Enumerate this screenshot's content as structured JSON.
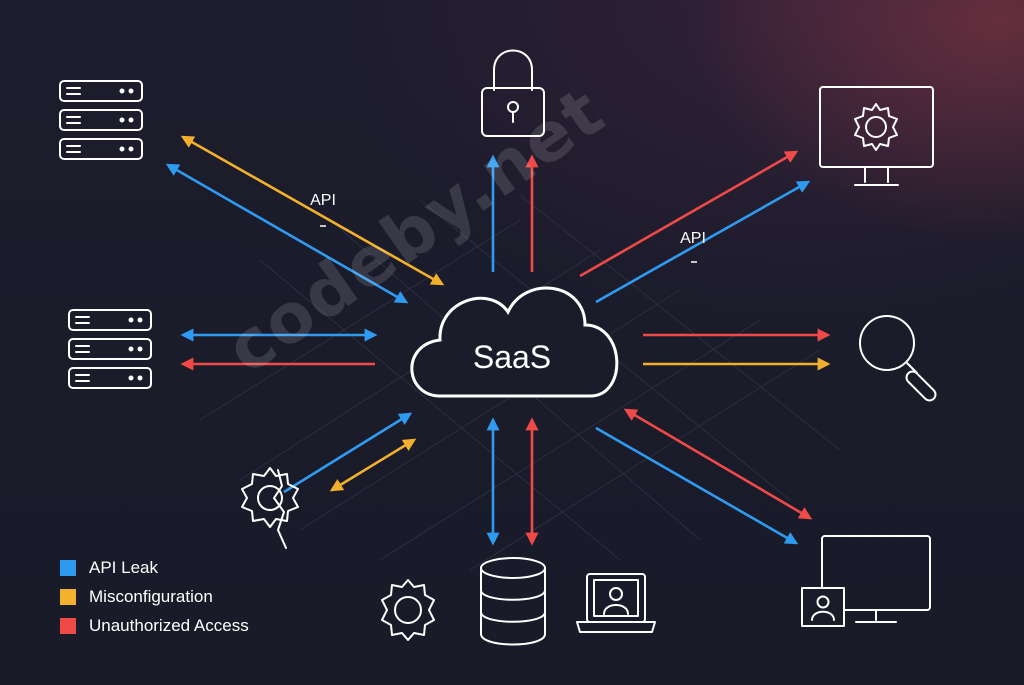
{
  "diagram": {
    "center_label": "SaaS",
    "api_labels": [
      "API",
      "API"
    ],
    "watermark": "codeby.net"
  },
  "legend": [
    {
      "label": "API Leak",
      "color": "#2f9bf0"
    },
    {
      "label": "Misconfiguration",
      "color": "#f2b02d"
    },
    {
      "label": "Unauthorized Access",
      "color": "#ef4a48"
    }
  ],
  "colors": {
    "api_leak": "#2f9bf0",
    "misconfiguration": "#f2b02d",
    "unauthorized_access": "#ef4a48",
    "icon_stroke": "#ffffff",
    "background": "#1b1c2a"
  },
  "icons": [
    "server-stack-icon",
    "server-stack-icon",
    "lock-icon",
    "monitor-gear-icon",
    "magnifier-icon",
    "broken-gear-icon",
    "gear-icon",
    "database-icon",
    "laptop-user-icon",
    "monitor-user-icon",
    "cloud-icon"
  ]
}
